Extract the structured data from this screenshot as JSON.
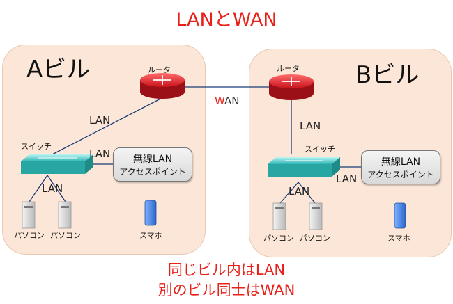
{
  "title": "LANとWAN",
  "buildings": {
    "a": {
      "name": "Aビル",
      "router_label": "ルータ",
      "switch_label": "スイッチ",
      "ap_line1": "無線LAN",
      "ap_line2": "アクセスポイント",
      "pc1_label": "パソコン",
      "pc2_label": "パソコン",
      "phone_label": "スマホ",
      "lan_router_switch": "LAN",
      "lan_switch_ap": "LAN",
      "lan_switch_pc": "LAN"
    },
    "b": {
      "name": "Bビル",
      "router_label": "ルータ",
      "switch_label": "スイッチ",
      "ap_line1": "無線LAN",
      "ap_line2": "アクセスポイント",
      "pc1_label": "パソコン",
      "pc2_label": "パソコン",
      "phone_label": "スマホ",
      "lan_router_switch": "LAN",
      "lan_switch_ap": "LAN",
      "lan_switch_pc": "LAN"
    }
  },
  "wan_first": "W",
  "wan_rest": "AN",
  "footer": {
    "line1": "同じビル内はLAN",
    "line2": "別のビル同士はWAN"
  },
  "colors": {
    "accent_red": "#e8221b",
    "building_fill": "#fbe6d7",
    "router": "#c8141c",
    "switch": "#5fd6d4",
    "phone": "#3a7be0"
  }
}
